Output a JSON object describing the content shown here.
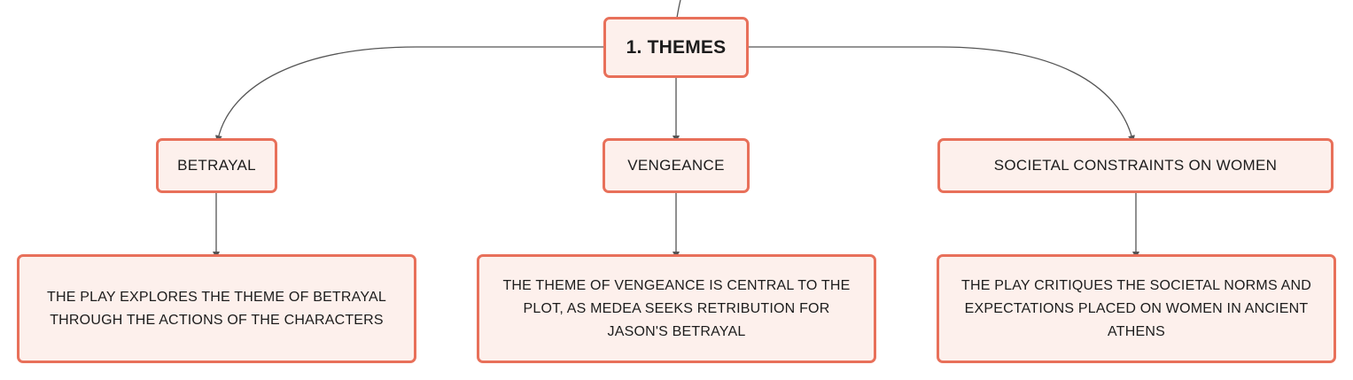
{
  "diagram": {
    "root": {
      "label": "1. THEMES"
    },
    "themes": [
      {
        "title": "BETRAYAL",
        "description": "THE PLAY EXPLORES THE THEME OF BETRAYAL THROUGH THE ACTIONS OF THE CHARACTERS"
      },
      {
        "title": "VENGEANCE",
        "description": "THE THEME OF VENGEANCE IS CENTRAL TO THE PLOT, AS MEDEA SEEKS RETRIBUTION FOR JASON'S BETRAYAL"
      },
      {
        "title": "SOCIETAL CONSTRAINTS ON WOMEN",
        "description": "THE PLAY CRITIQUES THE SOCIETAL NORMS AND EXPECTATIONS PLACED ON WOMEN IN ANCIENT ATHENS"
      }
    ]
  },
  "colors": {
    "node_border": "#e8705a",
    "node_fill": "#fdf0ec",
    "connector": "#555555",
    "text": "#1c1c1c"
  }
}
